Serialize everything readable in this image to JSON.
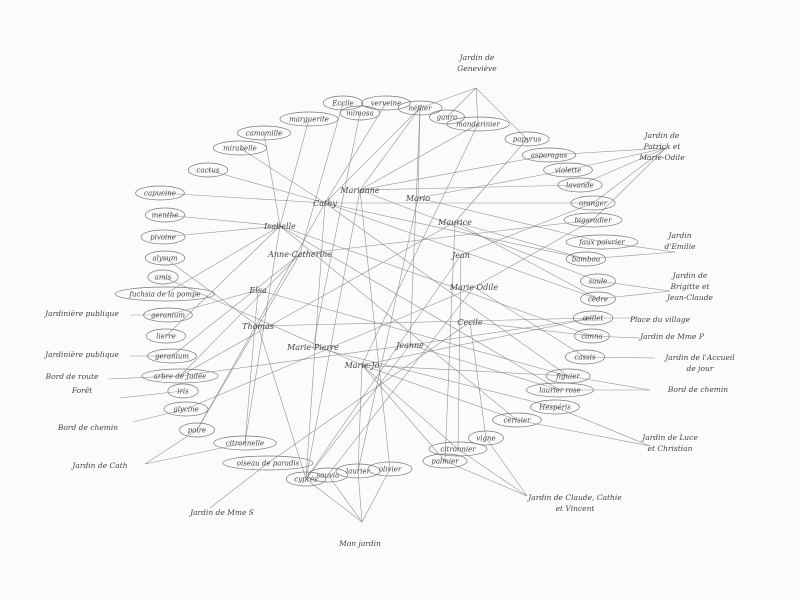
{
  "title": "Réseau des plantes et des jardins",
  "plants": {
    "cactus": "cactus",
    "capucine": "capucine",
    "menthe": "menthe",
    "pivoine": "pivoine",
    "alysum": "alysum",
    "amis": "amis",
    "pompe": "fuchsia de la pompe",
    "geranium1": "geranium",
    "lierre": "lierre",
    "geranium2": "geranium",
    "judee": "arbre de Judée",
    "iris": "iris",
    "glycine": "glycine",
    "poire": "poire",
    "citronnelle": "citronnelle",
    "paradis": "oiseau de paradis",
    "cypres": "cyprès",
    "sauvia": "sauvia",
    "laurier": "laurier",
    "olivier": "olivier",
    "palmier": "palmier",
    "citronnier": "citronnier",
    "vigne": "vigne",
    "cerisier": "cerisier",
    "hesperis": "Hespéris",
    "laurierrose": "laurier rose",
    "figuier": "figuier",
    "cassis": "cassis",
    "canna": "canna",
    "oeillet": "œillet",
    "cedre": "cèdre",
    "saule": "saule",
    "bambou": "bambou",
    "fauxpoivrier": "faux poivrier",
    "bigaradier": "bigaradier",
    "oranger": "oranger",
    "lavande": "lavande",
    "violette": "violette",
    "asparagus": "asparagus",
    "papyrus": "papyrus",
    "mandarinier": "mandarinier",
    "gaura": "gaura",
    "neflier": "néflier",
    "verveine": "verveine",
    "mimosa": "mimosa",
    "eccile": "Eccile",
    "marguerite": "marguerite",
    "camomille": "camomille",
    "mirabelle": "mirabelle"
  },
  "people": {
    "cathy": "Cathy",
    "marianne": "Marianne",
    "mario": "Mario",
    "isabelle": "Isabelle",
    "annecath": "Anne-Catherine",
    "elsa": "Elsa",
    "thomas": "Thomas",
    "mariepierre": "Marie-Pierre",
    "maurice": "Maurice",
    "jean": "Jean",
    "marieodile": "Marie Odile",
    "cecile": "Cecile",
    "jeanne": "Jeanne",
    "mariejo": "Marie-Jo"
  },
  "places": {
    "genevieve": [
      "Jardin de",
      "Geneviève"
    ],
    "patrick": [
      "Jardin de",
      "Patrick et",
      "Marie-Odile"
    ],
    "emilie": [
      "Jardin",
      "d'Emilie"
    ],
    "brigitte": [
      "Jardin de",
      "Brigitte et",
      "Jean-Claude"
    ],
    "village": [
      "Place du village"
    ],
    "mmep": [
      "Jardin de Mme P"
    ],
    "accueil": [
      "Jardin de l'Accueil",
      "de jour"
    ],
    "bordchemin1": [
      "Bord de chemin"
    ],
    "luce": [
      "Jardin de Luce",
      "et Christian"
    ],
    "claude": [
      "Jardin de Claude, Cathie",
      "et Vincent"
    ],
    "monjardin": [
      "Mon jardin"
    ],
    "mmes": [
      "Jardin de Mme S"
    ],
    "cath": [
      "Jardin de Cath"
    ],
    "bordchemin2": [
      "Bord de chemin"
    ],
    "foret": [
      "Forêt"
    ],
    "bordroute": [
      "Bord de route"
    ],
    "jardiniere1": [
      "Jardinière publique"
    ],
    "jardiniere2": [
      "Jardinière publique"
    ]
  },
  "edges": [
    [
      "genevieve",
      "neflier"
    ],
    [
      "genevieve",
      "gaura"
    ],
    [
      "genevieve",
      "mandarinier"
    ],
    [
      "genevieve",
      "papyrus"
    ],
    [
      "patrick",
      "asparagus"
    ],
    [
      "patrick",
      "violette"
    ],
    [
      "patrick",
      "lavande"
    ],
    [
      "patrick",
      "oranger"
    ],
    [
      "patrick",
      "bigaradier"
    ],
    [
      "emilie",
      "fauxpoivrier"
    ],
    [
      "emilie",
      "bambou"
    ],
    [
      "brigitte",
      "saule"
    ],
    [
      "brigitte",
      "cedre"
    ],
    [
      "village",
      "oeillet"
    ],
    [
      "mmep",
      "canna"
    ],
    [
      "accueil",
      "cassis"
    ],
    [
      "bordchemin1",
      "figuier"
    ],
    [
      "bordchemin1",
      "laurierrose"
    ],
    [
      "luce",
      "hesperis"
    ],
    [
      "luce",
      "cerisier"
    ],
    [
      "claude",
      "vigne"
    ],
    [
      "claude",
      "citronnier"
    ],
    [
      "claude",
      "palmier"
    ],
    [
      "monjardin",
      "cypres"
    ],
    [
      "monjardin",
      "sauvia"
    ],
    [
      "monjardin",
      "laurier"
    ],
    [
      "monjardin",
      "olivier"
    ],
    [
      "mmes",
      "paradis"
    ],
    [
      "cath",
      "poire"
    ],
    [
      "cath",
      "citronnelle"
    ],
    [
      "bordchemin2",
      "glycine"
    ],
    [
      "foret",
      "iris"
    ],
    [
      "bordroute",
      "judee"
    ],
    [
      "jardiniere1",
      "geranium2"
    ],
    [
      "jardiniere2",
      "geranium1"
    ],
    [
      "cathy",
      "cactus"
    ],
    [
      "cathy",
      "capucine"
    ],
    [
      "cathy",
      "mirabelle"
    ],
    [
      "cathy",
      "neflier"
    ],
    [
      "cathy",
      "verveine"
    ],
    [
      "cathy",
      "oranger"
    ],
    [
      "cathy",
      "bambou"
    ],
    [
      "cathy",
      "cedre"
    ],
    [
      "cathy",
      "figuier"
    ],
    [
      "cathy",
      "poire"
    ],
    [
      "cathy",
      "cypres"
    ],
    [
      "isabelle",
      "menthe"
    ],
    [
      "isabelle",
      "pivoine"
    ],
    [
      "isabelle",
      "pompe"
    ],
    [
      "isabelle",
      "lierre"
    ],
    [
      "isabelle",
      "camomille"
    ],
    [
      "isabelle",
      "marguerite"
    ],
    [
      "isabelle",
      "canna"
    ],
    [
      "isabelle",
      "cerisier"
    ],
    [
      "isabelle",
      "citronnelle"
    ],
    [
      "isabelle",
      "laurierrose"
    ],
    [
      "marianne",
      "neflier"
    ],
    [
      "marianne",
      "asparagus"
    ],
    [
      "marianne",
      "lavande"
    ],
    [
      "marianne",
      "mandarinier"
    ],
    [
      "marianne",
      "cypres"
    ],
    [
      "marianne",
      "saule"
    ],
    [
      "marianne",
      "olivier"
    ],
    [
      "mario",
      "neflier"
    ],
    [
      "mario",
      "violette"
    ],
    [
      "mario",
      "fauxpoivrier"
    ],
    [
      "mario",
      "laurier"
    ],
    [
      "annecath",
      "geranium2"
    ],
    [
      "annecath",
      "judee"
    ],
    [
      "annecath",
      "eccile"
    ],
    [
      "annecath",
      "poire"
    ],
    [
      "annecath",
      "bigaradier"
    ],
    [
      "elsa",
      "geranium1"
    ],
    [
      "elsa",
      "citronnelle"
    ],
    [
      "elsa",
      "figuier"
    ],
    [
      "thomas",
      "alysum"
    ],
    [
      "thomas",
      "oeillet"
    ],
    [
      "thomas",
      "cypres"
    ],
    [
      "mariepierre",
      "mimosa"
    ],
    [
      "mariepierre",
      "hesperis"
    ],
    [
      "maurice",
      "papyrus"
    ],
    [
      "maurice",
      "bambou"
    ],
    [
      "maurice",
      "palmier"
    ],
    [
      "maurice",
      "judee"
    ],
    [
      "maurice",
      "cedre"
    ],
    [
      "jean",
      "oranger"
    ],
    [
      "jean",
      "citronnier"
    ],
    [
      "jean",
      "cypres"
    ],
    [
      "marieodile",
      "bigaradier"
    ],
    [
      "marieodile",
      "cassis"
    ],
    [
      "marieodile",
      "sauvia"
    ],
    [
      "marieodile",
      "glycine"
    ],
    [
      "cecile",
      "canna"
    ],
    [
      "cecile",
      "vigne"
    ],
    [
      "cecile",
      "paradis"
    ],
    [
      "jeanne",
      "neflier"
    ],
    [
      "jeanne",
      "oeillet"
    ],
    [
      "jeanne",
      "laurierrose"
    ],
    [
      "jeanne",
      "cypres"
    ],
    [
      "jeanne",
      "judee"
    ],
    [
      "mariejo",
      "figuier"
    ],
    [
      "mariejo",
      "cerisier"
    ],
    [
      "mariejo",
      "citronnier"
    ],
    [
      "mariejo",
      "oeillet"
    ],
    [
      "mariejo",
      "amis"
    ],
    [
      "mariejo",
      "palmier"
    ],
    [
      "mariejo",
      "laurier"
    ],
    [
      "mariejo",
      "mandarinier"
    ]
  ]
}
